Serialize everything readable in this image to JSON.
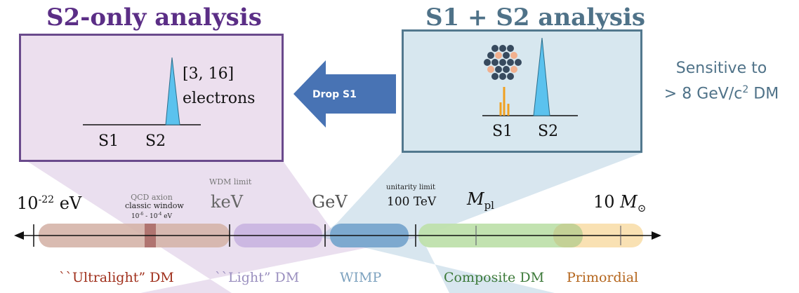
{
  "titles": {
    "left": "S2-only analysis",
    "right": "S1 + S2 analysis"
  },
  "left_panel": {
    "s1": "S1",
    "s2": "S2",
    "range": "[3, 16]",
    "unit": "electrons"
  },
  "right_panel": {
    "s1": "S1",
    "s2": "S2"
  },
  "drop_arrow": {
    "label": "Drop S1"
  },
  "sensitivity": {
    "line1": "Sensitive to",
    "line2_prefix": "> 8 GeV/c",
    "line2_sup": "2",
    "line2_suffix": " DM"
  },
  "scale": {
    "ev": {
      "mantissa": "10",
      "exp": "-22",
      "unit": " eV"
    },
    "qcd": {
      "line1": "QCD axion",
      "line2": "classic window",
      "line3": "10",
      "exp1": "-6",
      "dash": " - 10",
      "exp2": "-4",
      "unit": " eV"
    },
    "wdm": "WDM limit",
    "kev": "keV",
    "gev": "GeV",
    "unitarity": "unitarity limit",
    "tev": "100 TeV",
    "mpl": "M",
    "mpl_sub": "pl",
    "msun_num": "10 ",
    "msun": "M",
    "msun_sub": "⊙"
  },
  "categories": {
    "ultralight": "``Ultralight” DM",
    "light": "``Light” DM",
    "wimp": "WIMP",
    "composite": "Composite DM",
    "primordial": "Primordial"
  },
  "colors": {
    "ultralight": "#a0301c",
    "light": "#9a8fbf",
    "wimp": "#7da2bf",
    "composite": "#3d7a3a",
    "primordial": "#b4651c",
    "peak": "#5bc2ee",
    "orange": "#f0a020",
    "dot_dark": "#374a5e",
    "dot_light": "#f1b08e"
  }
}
